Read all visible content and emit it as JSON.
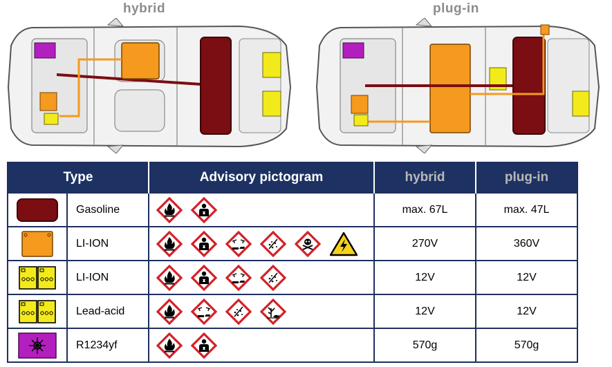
{
  "diagrams": {
    "left_label": "hybrid",
    "right_label": "plug-in"
  },
  "table": {
    "headers": {
      "type": "Type",
      "pictogram": "Advisory pictogram",
      "hybrid": "hybrid",
      "plugin": "plug-in"
    },
    "rows": [
      {
        "icon": "gasoline-tank-icon",
        "name": "Gasoline",
        "pictograms": [
          "flame-icon",
          "health-hazard-icon"
        ],
        "hybrid": "max. 67L",
        "plugin": "max. 47L"
      },
      {
        "icon": "li-ion-hv-battery-icon",
        "name": "LI-ION",
        "pictograms": [
          "flame-icon",
          "health-hazard-icon",
          "corrosion-icon",
          "exclamation-icon",
          "skull-icon",
          "high-voltage-warning-icon"
        ],
        "hybrid": "270V",
        "plugin": "360V"
      },
      {
        "icon": "li-ion-12v-battery-icon",
        "name": "LI-ION",
        "pictograms": [
          "flame-icon",
          "health-hazard-icon",
          "corrosion-icon",
          "exclamation-icon"
        ],
        "hybrid": "12V",
        "plugin": "12V"
      },
      {
        "icon": "lead-acid-battery-icon",
        "name": "Lead-acid",
        "pictograms": [
          "flame-icon",
          "corrosion-icon",
          "exclamation-icon",
          "environment-icon"
        ],
        "hybrid": "12V",
        "plugin": "12V"
      },
      {
        "icon": "refrigerant-icon",
        "name": "R1234yf",
        "pictograms": [
          "flame-icon",
          "health-hazard-icon"
        ],
        "hybrid": "570g",
        "plugin": "570g"
      }
    ]
  },
  "colors": {
    "gasoline": "#7a0e12",
    "li_ion_hv": "#f59a1e",
    "battery_12v": "#f2ea1b",
    "refrigerant": "#b31fbf",
    "header_bg": "#1d3262",
    "ghs_red": "#d42027"
  }
}
